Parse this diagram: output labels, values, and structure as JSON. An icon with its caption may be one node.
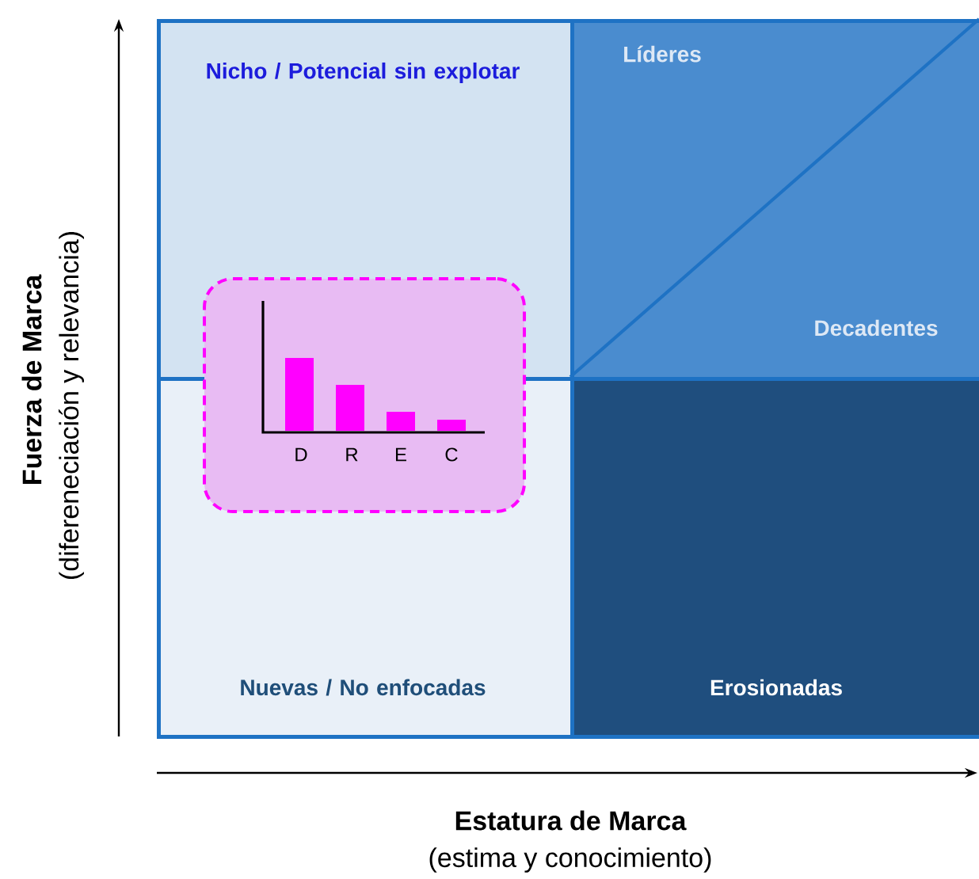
{
  "diagram": {
    "nodes": [
      {
        "text": [
          "Nicho / Potencial sin explotar"
        ]
      },
      {
        "text": [
          "Líderes",
          "Decadentes"
        ]
      },
      {
        "text": [],
        "shape": "box"
      },
      {
        "text": [
          "Nuevas / No enfocadas"
        ]
      },
      {
        "text": [
          "Erosionadas"
        ]
      }
    ],
    "labels": [
      "D",
      "R",
      "E",
      "C",
      "Fuerza de Marca",
      "(difereneciación y relevancia)",
      "Estatura de Marca",
      "(estima y conocimiento)"
    ]
  }
}
